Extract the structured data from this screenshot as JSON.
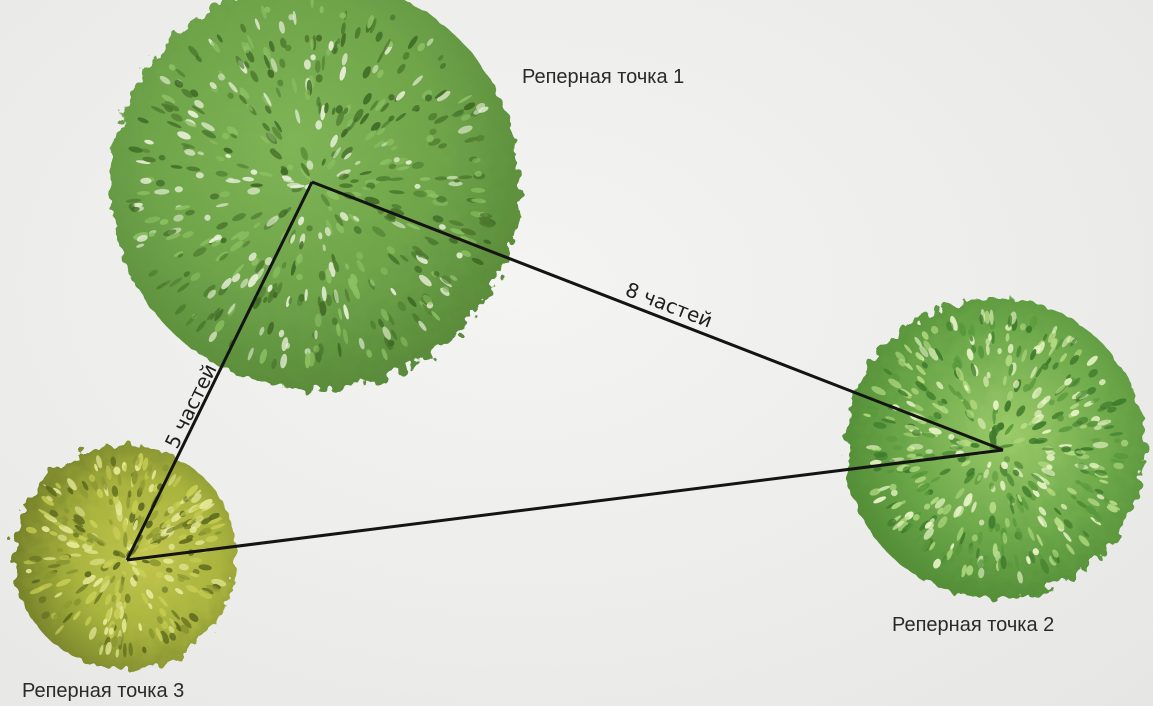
{
  "points": [
    {
      "id": "1",
      "label": "Реперная точка 1"
    },
    {
      "id": "2",
      "label": "Реперная точка 2"
    },
    {
      "id": "3",
      "label": "Реперная точка 3"
    }
  ],
  "edges": [
    {
      "from": "1",
      "to": "2",
      "label": "8 частей"
    },
    {
      "from": "1",
      "to": "3",
      "label": "5 частей"
    },
    {
      "from": "3",
      "to": "2",
      "label": ""
    }
  ],
  "colors": {
    "shrub_1": "#6fa44a",
    "shrub_2": "#6faa4c",
    "shrub_3": "#a9b43e",
    "line": "#141414"
  }
}
